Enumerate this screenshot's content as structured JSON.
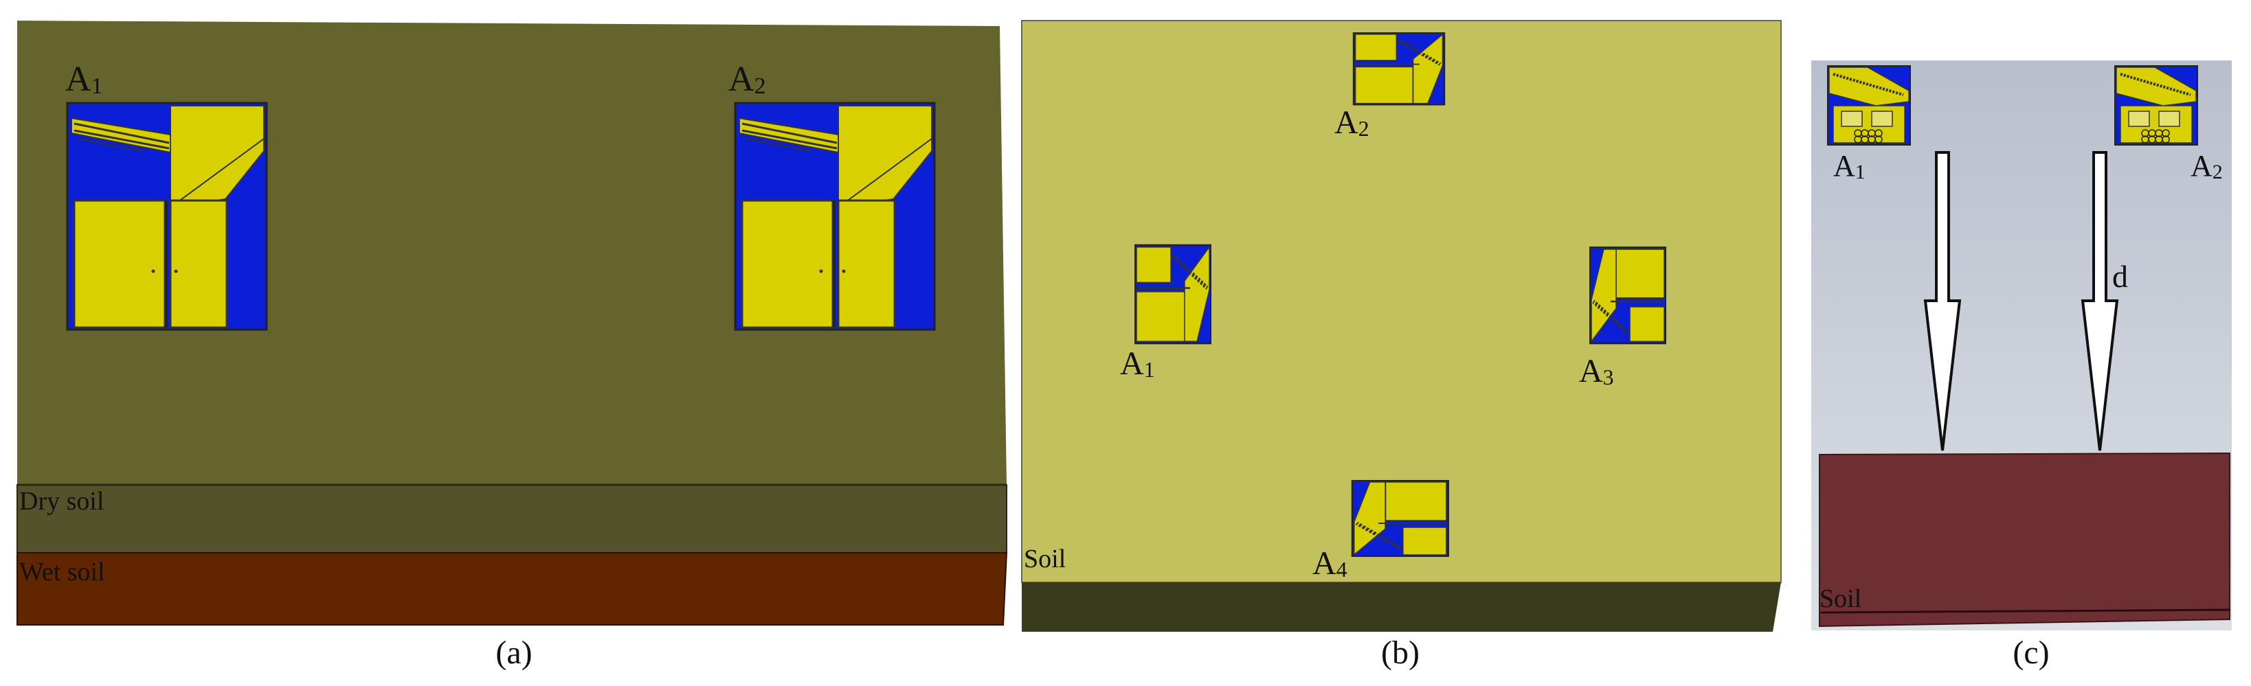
{
  "panels": {
    "a": {
      "caption": "(a)",
      "antennas": [
        {
          "letter": "A",
          "sub": "1"
        },
        {
          "letter": "A",
          "sub": "2"
        }
      ],
      "layers": {
        "dry": "Dry soil",
        "wet": "Wet soil"
      }
    },
    "b": {
      "caption": "(b)",
      "antennas": [
        {
          "letter": "A",
          "sub": "1"
        },
        {
          "letter": "A",
          "sub": "2"
        },
        {
          "letter": "A",
          "sub": "3"
        },
        {
          "letter": "A",
          "sub": "4"
        }
      ],
      "soil": "Soil"
    },
    "c": {
      "caption": "(c)",
      "antennas": [
        {
          "letter": "A",
          "sub": "1"
        },
        {
          "letter": "A",
          "sub": "2"
        }
      ],
      "distance": "d",
      "soil": "Soil"
    }
  },
  "colors": {
    "dry_soil_top": "#66642D",
    "dry_soil_front": "#54522A",
    "wet_soil": "#612500",
    "soil_b_top": "#C3C15E",
    "soil_b_front": "#3A3A1C",
    "soil_c": "#6E2F33",
    "background_c": "#C9CDD6",
    "antenna_blue": "#0B1FD6",
    "antenna_yellow": "#D8D000"
  }
}
